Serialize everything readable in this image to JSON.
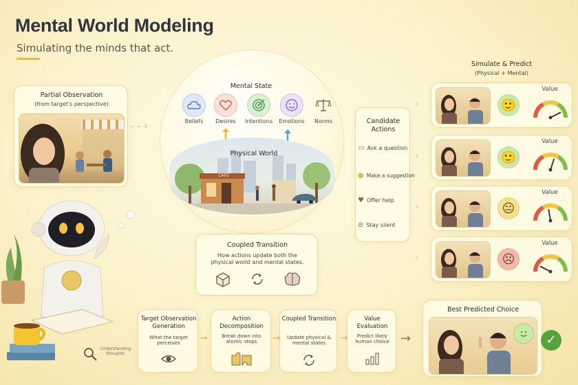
{
  "header": {
    "title": "Mental World Modeling",
    "subtitle": "Simulating the minds that act."
  },
  "observation": {
    "title": "Partial Observation",
    "subtitle": "(from target's perspective)"
  },
  "mental_state": {
    "title": "Mental State",
    "items": [
      {
        "label": "Beliefs",
        "icon": "cloud-icon",
        "color": "#4e7fb8"
      },
      {
        "label": "Desires",
        "icon": "heart-icon",
        "color": "#e0654f"
      },
      {
        "label": "Intentions",
        "icon": "target-icon",
        "color": "#4d9a4a"
      },
      {
        "label": "Emotions",
        "icon": "smile-icon",
        "color": "#8b6bbf"
      },
      {
        "label": "Norms",
        "icon": "scales-icon",
        "color": "#7b6a4a"
      }
    ]
  },
  "physical_world": {
    "title": "Physical World",
    "cafe_sign": "CAFE"
  },
  "coupled_transition": {
    "title": "Coupled Transition",
    "description": "How actions update both the physical world and mental states."
  },
  "candidate_actions": {
    "title": "Candidate Actions",
    "items": [
      {
        "label": "Ask a question",
        "icon": "speech-icon"
      },
      {
        "label": "Make a suggestion",
        "icon": "lightbulb-icon"
      },
      {
        "label": "Offer help",
        "icon": "helping-hand-icon"
      },
      {
        "label": "Stay silent",
        "icon": "mute-icon"
      }
    ]
  },
  "simulate": {
    "title": "Simulate & Predict",
    "subtitle": "(Physical + Mental)",
    "value_label": "Value",
    "rows": [
      {
        "face": "🙂",
        "face_color": "#c9e9a9",
        "value": 0.85
      },
      {
        "face": "🙂",
        "face_color": "#c9e9a9",
        "value": 0.6
      },
      {
        "face": "😐",
        "face_color": "#f6e08a",
        "value": 0.45
      },
      {
        "face": "☹",
        "face_color": "#f6b8a6",
        "value": 0.15
      }
    ]
  },
  "pipeline": {
    "understand_label": "Understanding\nthoughts",
    "steps": [
      {
        "title": "Target Observation Generation",
        "desc": "What the target perceives",
        "icon": "eye-icon"
      },
      {
        "title": "Action Decomposition",
        "desc": "Break down into atomic steps",
        "icon": "puzzle-icon"
      },
      {
        "title": "Coupled Transition",
        "desc": "Update physical & mental states",
        "icon": "cycle-icon"
      },
      {
        "title": "Value Evaluation",
        "desc": "Predict likely human choice",
        "icon": "bar-chart-icon"
      }
    ]
  },
  "best_choice": {
    "title": "Best Predicted Choice",
    "check": "✓"
  },
  "colors": {
    "accent": "#e6b84a",
    "gauge_red": "#e35a3e",
    "gauge_yellow": "#f3c443",
    "gauge_green": "#7cc04b",
    "check_green": "#56a33a"
  }
}
